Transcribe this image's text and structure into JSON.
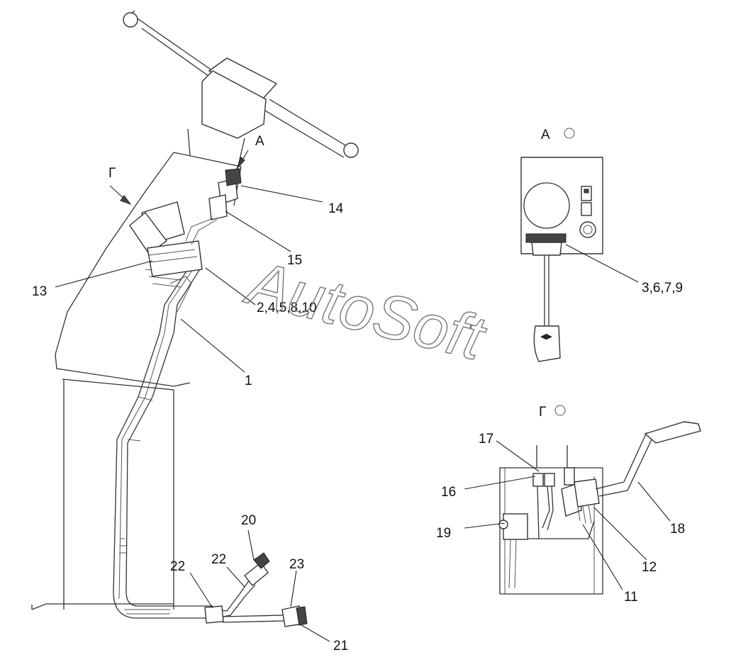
{
  "labels": {
    "l1": "1",
    "l245810": "2,4,5,8,10",
    "l13": "13",
    "l14": "14",
    "l15": "15",
    "l20": "20",
    "l22a": "22",
    "l22b": "22",
    "l23": "23",
    "l21": "21",
    "l3679": "3,6,7,9",
    "l17": "17",
    "l16": "16",
    "l18": "18",
    "l19": "19",
    "l12": "12",
    "l11": "11"
  },
  "views": {
    "a_arrow": "А",
    "g_arrow": "Г",
    "a_view": "А",
    "g_view": "Г"
  },
  "watermark": "AutoSoft"
}
